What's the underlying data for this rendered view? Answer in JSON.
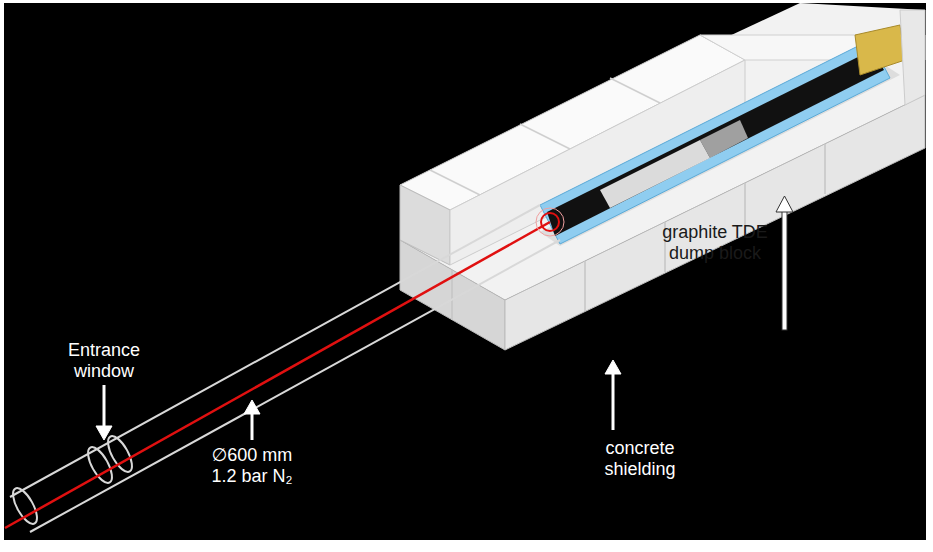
{
  "diagram": {
    "labels": [
      "Entrance window",
      "∅600 mm 1.2 bar N₂",
      "graphite TDE dump block",
      "concrete shielding"
    ]
  }
}
